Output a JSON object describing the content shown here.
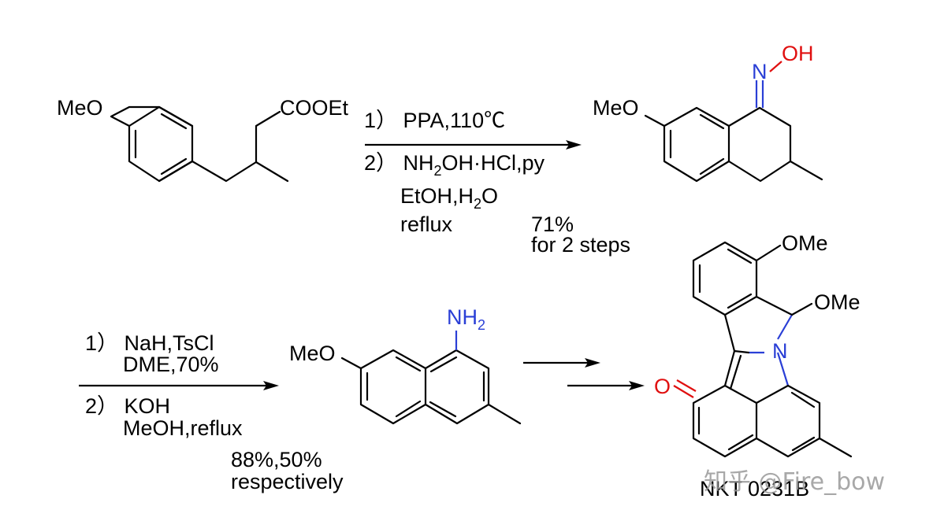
{
  "molecule1": {
    "meo": "MeO",
    "ester": "COOEt"
  },
  "step1": {
    "line1": "1）  PPA,110℃",
    "line2_pre": "2）  NH",
    "line2_sub": "2",
    "line2_post": "OH·HCl,py",
    "line3_pre": "EtOH,H",
    "line3_sub": "2",
    "line3_post": "O",
    "line4": "reflux",
    "yield1": "71%",
    "yield2": "for 2 steps"
  },
  "molecule2": {
    "meo": "MeO",
    "n": "N",
    "oh": "OH"
  },
  "step2": {
    "line1": "1）  NaH,TsCl",
    "line2": "DME,70%",
    "line3": "2）  KOH",
    "line4": "MeOH,reflux",
    "yield1": "88%,50%",
    "yield2": "respectively"
  },
  "molecule3": {
    "meo": "MeO",
    "nh": "NH",
    "nh_sub": "2"
  },
  "molecule4": {
    "ome1": "OMe",
    "ome2": "OMe",
    "n": "N",
    "o": "O",
    "name": "NKT 0231B"
  },
  "watermark": "知乎 @Fire_bow"
}
